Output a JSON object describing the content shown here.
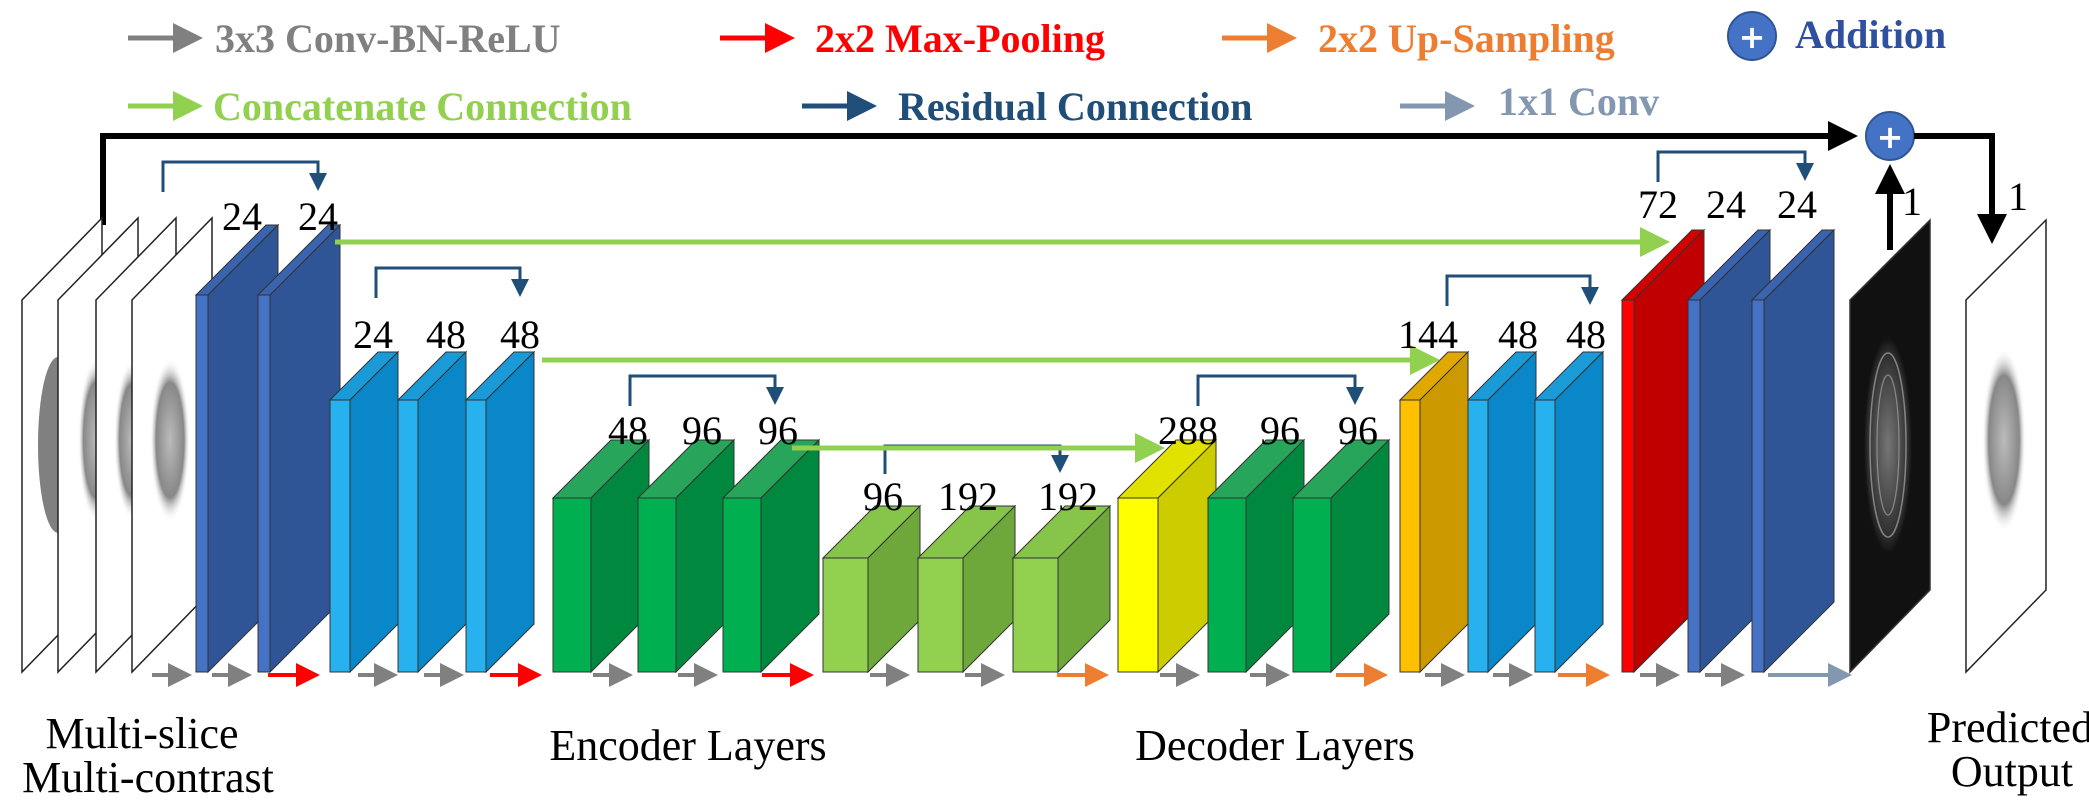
{
  "legend": {
    "conv": {
      "label": "3x3 Conv-BN-ReLU",
      "color": "#808080"
    },
    "maxpool": {
      "label": "2x2 Max-Pooling",
      "color": "#ff0000"
    },
    "upsample": {
      "label": "2x2 Up-Sampling",
      "color": "#ed7d31"
    },
    "addition": {
      "label": "Addition",
      "color": "#2f4f9f",
      "symbol": "+"
    },
    "concat": {
      "label": "Concatenate  Connection",
      "color": "#92d050"
    },
    "residual": {
      "label": "Residual Connection",
      "color": "#1f4e79"
    },
    "conv1x1": {
      "label": "1x1 Conv",
      "color": "#8497b0"
    }
  },
  "channels": {
    "enc1": [
      "24",
      "24"
    ],
    "enc2": [
      "24",
      "48",
      "48"
    ],
    "enc3": [
      "48",
      "96",
      "96"
    ],
    "bott": [
      "96",
      "192",
      "192"
    ],
    "dec3": [
      "288",
      "96",
      "96"
    ],
    "dec2": [
      "144",
      "48",
      "48"
    ],
    "dec1": [
      "72",
      "24",
      "24"
    ],
    "out_pre": "1",
    "out": "1"
  },
  "captions": {
    "input_line1": "Multi-slice",
    "input_line2": "Multi-contrast",
    "encoder": "Encoder Layers",
    "decoder": "Decoder Layers",
    "output_line1": "Predicted",
    "output_line2": "Output"
  },
  "addition_symbol": "+"
}
